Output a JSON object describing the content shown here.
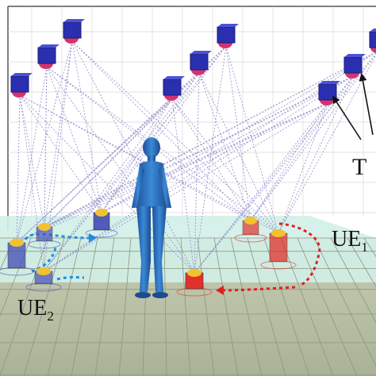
{
  "labels": {
    "ue1_main": "UE",
    "ue1_sub": "1",
    "ue2_main": "UE",
    "ue2_sub": "2",
    "tx_partial": "T"
  },
  "colors": {
    "transmitter_box": "#2a2fb0",
    "transmitter_dome": "#d5336f",
    "ue1_color": "#e0322a",
    "ue2_color": "#4a54b8",
    "ue_dome": "#f2c230",
    "human": "#2d74c4",
    "floor": "#b9c2a8",
    "floor_zone": "#d2efe8",
    "ray_lines": "#8a87c6",
    "ue1_trajectory": "#e02020",
    "ue2_trajectory": "#1f8fe0"
  },
  "icons": [
    "transmitter-icon",
    "human-figure",
    "ue-device-icon",
    "arrow-icon"
  ]
}
